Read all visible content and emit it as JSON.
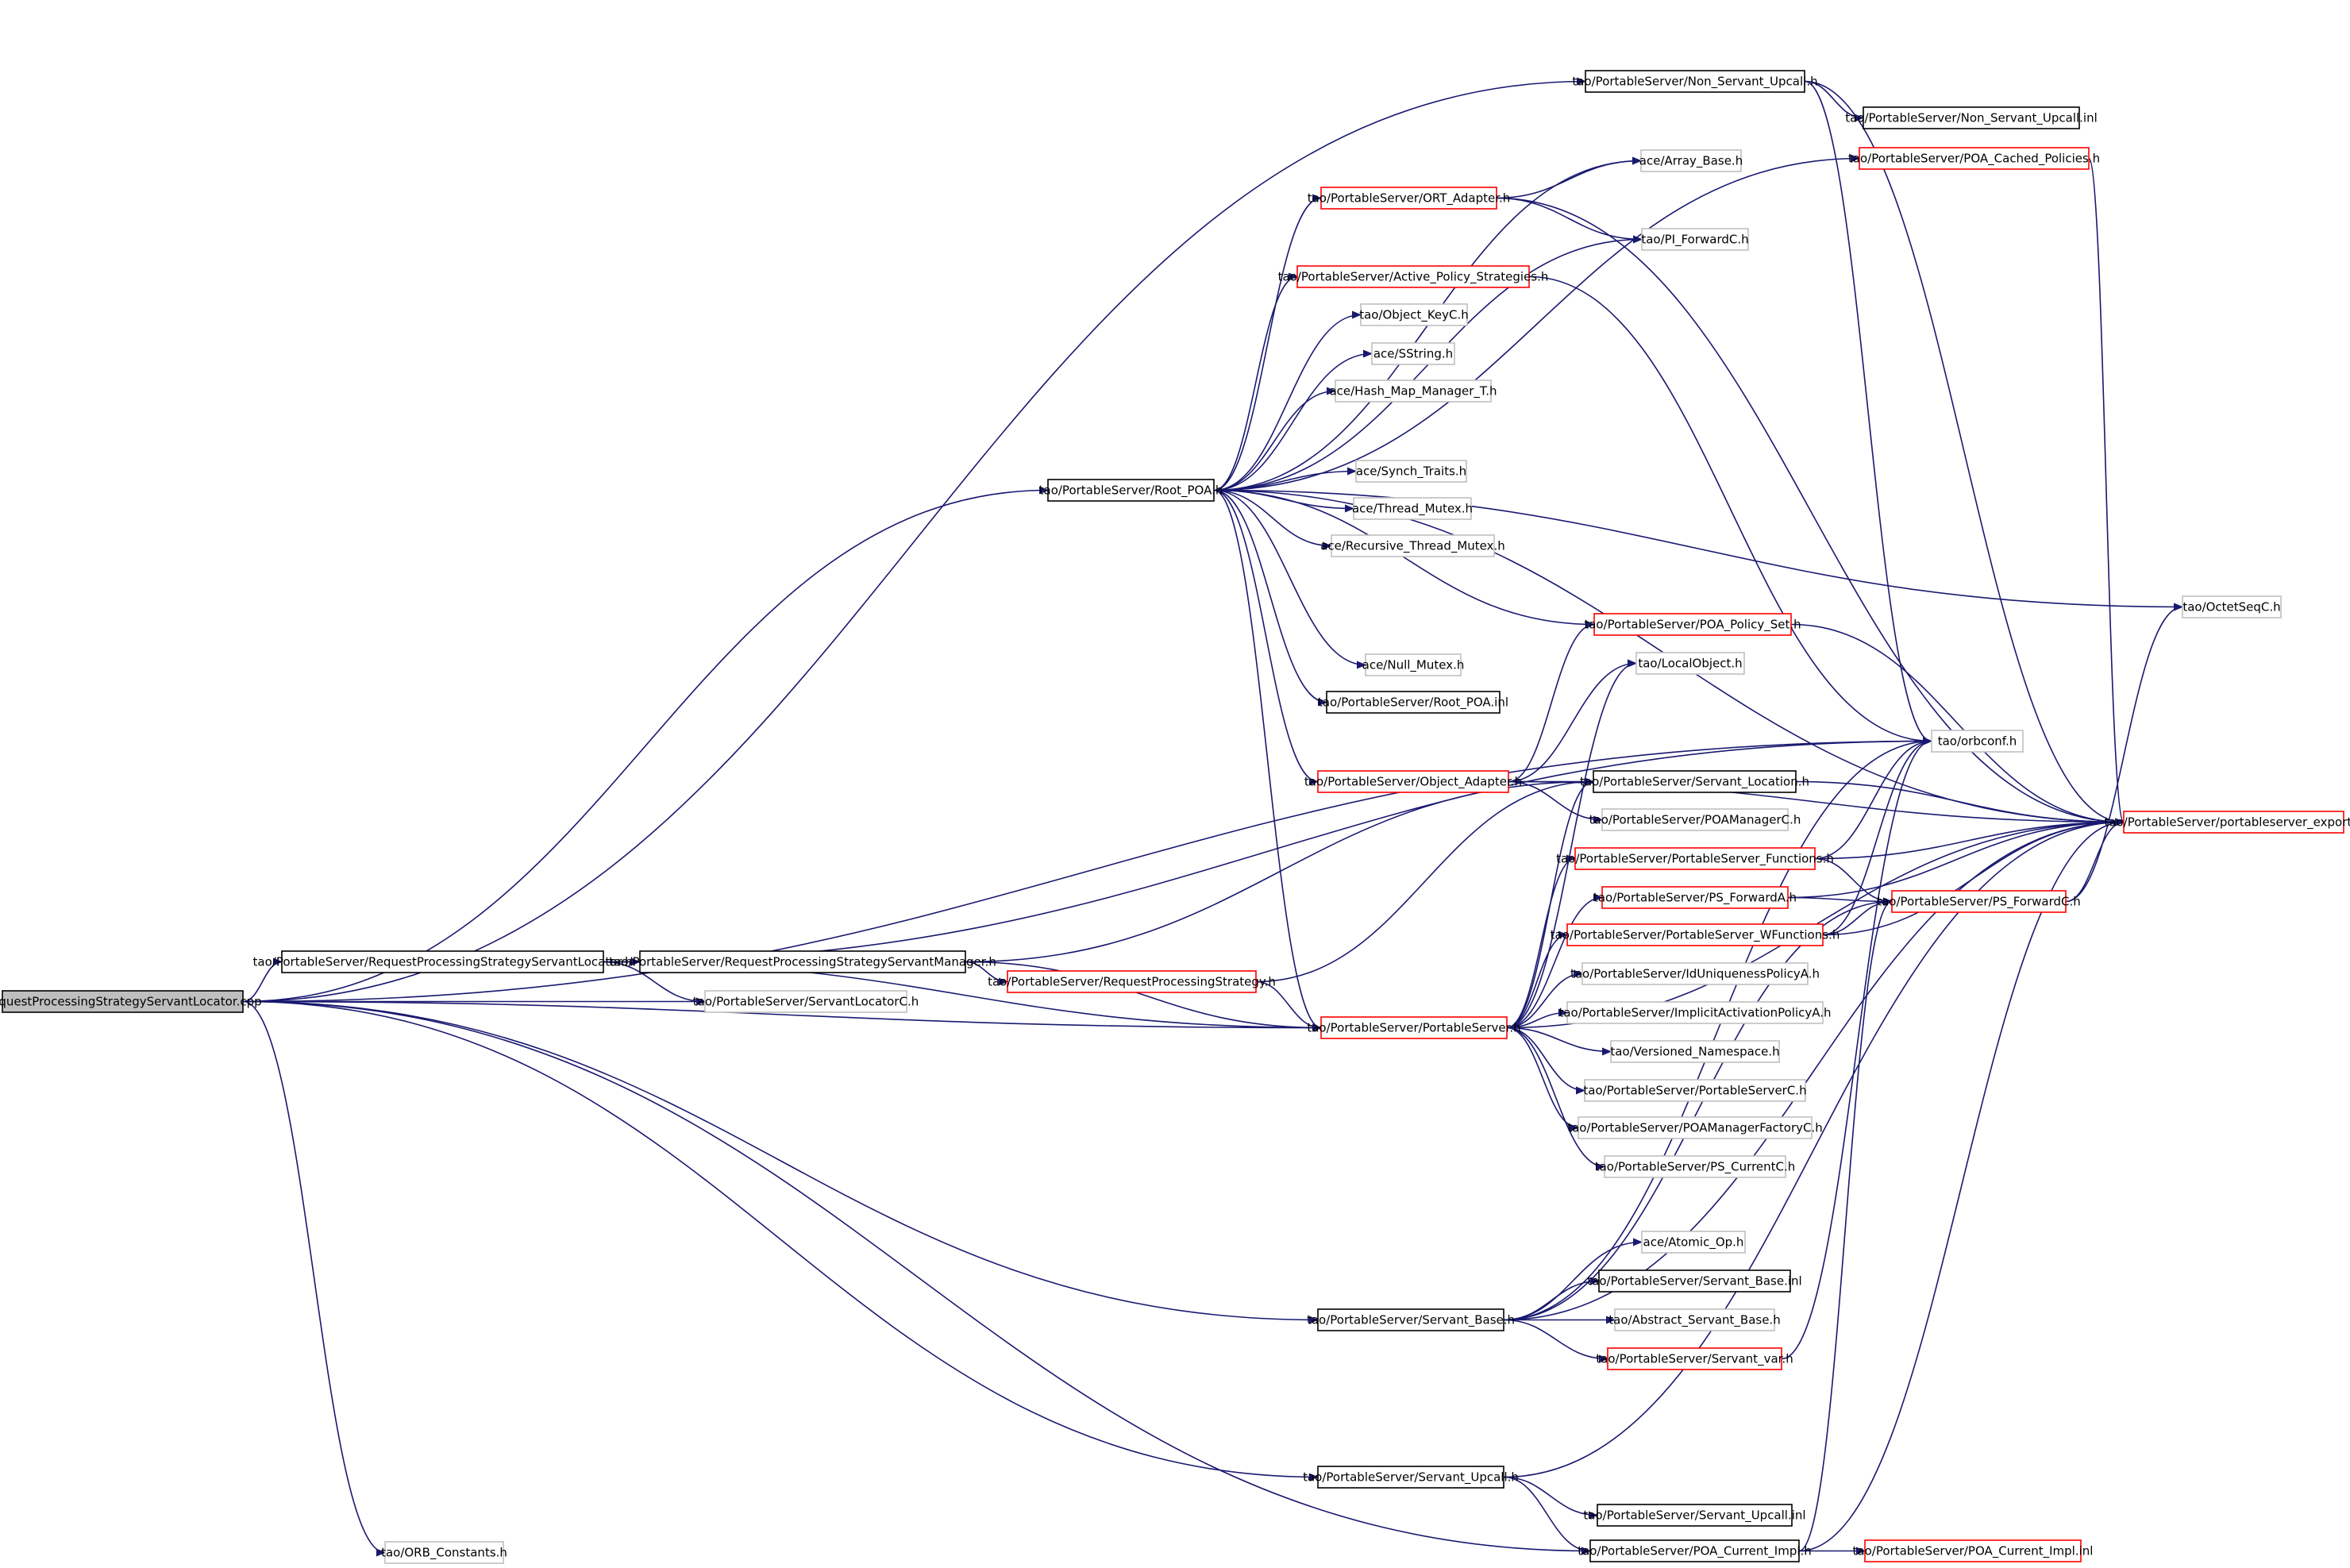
{
  "diagram": {
    "type": "include-dependency-graph",
    "colors": {
      "edge": "#191970",
      "root_fill": "#bfbfbf",
      "root_border": "#000000",
      "documented_border": "#000000",
      "truncated_border": "#ff0000",
      "undocumented_border": "#bfbfbf"
    },
    "nodes": [
      {
        "id": "n_root",
        "label": "RequestProcessingStrategyServantLocator.cpp",
        "kind": "root"
      },
      {
        "id": "n_nsu",
        "label": "tao/PortableServer/Non_Servant_Upcall.h",
        "kind": "documented"
      },
      {
        "id": "n_nsui",
        "label": "tao/PortableServer/Non_Servant_Upcall.inl",
        "kind": "documented"
      },
      {
        "id": "n_pcp",
        "label": "tao/PortableServer/POA_Cached_Policies.h",
        "kind": "truncated"
      },
      {
        "id": "n_arr",
        "label": "ace/Array_Base.h",
        "kind": "undocumented"
      },
      {
        "id": "n_ort",
        "label": "tao/PortableServer/ORT_Adapter.h",
        "kind": "truncated"
      },
      {
        "id": "n_pif",
        "label": "tao/PI_ForwardC.h",
        "kind": "undocumented"
      },
      {
        "id": "n_aps",
        "label": "tao/PortableServer/Active_Policy_Strategies.h",
        "kind": "truncated"
      },
      {
        "id": "n_okc",
        "label": "tao/Object_KeyC.h",
        "kind": "undocumented"
      },
      {
        "id": "n_sst",
        "label": "ace/SString.h",
        "kind": "undocumented"
      },
      {
        "id": "n_hmm",
        "label": "ace/Hash_Map_Manager_T.h",
        "kind": "undocumented"
      },
      {
        "id": "n_rpoa",
        "label": "tao/PortableServer/Root_POA.h",
        "kind": "documented"
      },
      {
        "id": "n_syn",
        "label": "ace/Synch_Traits.h",
        "kind": "undocumented"
      },
      {
        "id": "n_thm",
        "label": "ace/Thread_Mutex.h",
        "kind": "undocumented"
      },
      {
        "id": "n_rtm",
        "label": "ace/Recursive_Thread_Mutex.h",
        "kind": "undocumented"
      },
      {
        "id": "n_osq",
        "label": "tao/OctetSeqC.h",
        "kind": "undocumented"
      },
      {
        "id": "n_pps",
        "label": "tao/PortableServer/POA_Policy_Set.h",
        "kind": "truncated"
      },
      {
        "id": "n_nmx",
        "label": "ace/Null_Mutex.h",
        "kind": "undocumented"
      },
      {
        "id": "n_lob",
        "label": "tao/LocalObject.h",
        "kind": "undocumented"
      },
      {
        "id": "n_rpi",
        "label": "tao/PortableServer/Root_POA.inl",
        "kind": "documented"
      },
      {
        "id": "n_orb",
        "label": "tao/orbconf.h",
        "kind": "undocumented"
      },
      {
        "id": "n_oad",
        "label": "tao/PortableServer/Object_Adapter.h",
        "kind": "truncated"
      },
      {
        "id": "n_slo",
        "label": "tao/PortableServer/Servant_Location.h",
        "kind": "documented"
      },
      {
        "id": "n_pmc",
        "label": "tao/PortableServer/POAManagerC.h",
        "kind": "undocumented"
      },
      {
        "id": "n_pex",
        "label": "tao/PortableServer/portableserver_export.h",
        "kind": "truncated"
      },
      {
        "id": "n_psf",
        "label": "tao/PortableServer/PortableServer_Functions.h",
        "kind": "truncated"
      },
      {
        "id": "n_psa",
        "label": "tao/PortableServer/PS_ForwardA.h",
        "kind": "truncated"
      },
      {
        "id": "n_psc",
        "label": "tao/PortableServer/PS_ForwardC.h",
        "kind": "truncated"
      },
      {
        "id": "n_rsl",
        "label": "tao/PortableServer/RequestProcessingStrategyServantLocator.h",
        "kind": "documented"
      },
      {
        "id": "n_rsm",
        "label": "tao/PortableServer/RequestProcessingStrategyServantManager.h",
        "kind": "documented"
      },
      {
        "id": "n_psw",
        "label": "tao/PortableServer/PortableServer_WFunctions.h",
        "kind": "truncated"
      },
      {
        "id": "n_rps",
        "label": "tao/PortableServer/RequestProcessingStrategy.h",
        "kind": "truncated"
      },
      {
        "id": "n_idu",
        "label": "tao/PortableServer/IdUniquenessPolicyA.h",
        "kind": "undocumented"
      },
      {
        "id": "n_slc",
        "label": "tao/PortableServer/ServantLocatorC.h",
        "kind": "undocumented"
      },
      {
        "id": "n_psh",
        "label": "tao/PortableServer/PortableServer.h",
        "kind": "truncated"
      },
      {
        "id": "n_iap",
        "label": "tao/PortableServer/ImplicitActivationPolicyA.h",
        "kind": "undocumented"
      },
      {
        "id": "n_vns",
        "label": "tao/Versioned_Namespace.h",
        "kind": "undocumented"
      },
      {
        "id": "n_psv",
        "label": "tao/PortableServer/PortableServerC.h",
        "kind": "undocumented"
      },
      {
        "id": "n_pfc",
        "label": "tao/PortableServer/POAManagerFactoryC.h",
        "kind": "undocumented"
      },
      {
        "id": "n_pcu",
        "label": "tao/PortableServer/PS_CurrentC.h",
        "kind": "undocumented"
      },
      {
        "id": "n_aop",
        "label": "ace/Atomic_Op.h",
        "kind": "undocumented"
      },
      {
        "id": "n_sbi",
        "label": "tao/PortableServer/Servant_Base.inl",
        "kind": "documented"
      },
      {
        "id": "n_sbh",
        "label": "tao/PortableServer/Servant_Base.h",
        "kind": "documented"
      },
      {
        "id": "n_asb",
        "label": "tao/Abstract_Servant_Base.h",
        "kind": "undocumented"
      },
      {
        "id": "n_svr",
        "label": "tao/PortableServer/Servant_var.h",
        "kind": "truncated"
      },
      {
        "id": "n_suh",
        "label": "tao/PortableServer/Servant_Upcall.h",
        "kind": "documented"
      },
      {
        "id": "n_sui",
        "label": "tao/PortableServer/Servant_Upcall.inl",
        "kind": "documented"
      },
      {
        "id": "n_oco",
        "label": "tao/ORB_Constants.h",
        "kind": "undocumented"
      },
      {
        "id": "n_pci",
        "label": "tao/PortableServer/POA_Current_Impl.h",
        "kind": "documented"
      },
      {
        "id": "n_pcl",
        "label": "tao/PortableServer/POA_Current_Impl.inl",
        "kind": "truncated"
      }
    ],
    "edges": [
      [
        "n_root",
        "n_nsu"
      ],
      [
        "n_root",
        "n_rpoa"
      ],
      [
        "n_root",
        "n_orb"
      ],
      [
        "n_root",
        "n_rsl"
      ],
      [
        "n_root",
        "n_slc"
      ],
      [
        "n_root",
        "n_psh"
      ],
      [
        "n_root",
        "n_sbh"
      ],
      [
        "n_root",
        "n_suh"
      ],
      [
        "n_root",
        "n_pci"
      ],
      [
        "n_root",
        "n_oco"
      ],
      [
        "n_nsu",
        "n_nsui"
      ],
      [
        "n_nsu",
        "n_orb"
      ],
      [
        "n_nsu",
        "n_pex"
      ],
      [
        "n_pcp",
        "n_pex"
      ],
      [
        "n_ort",
        "n_arr"
      ],
      [
        "n_ort",
        "n_pif"
      ],
      [
        "n_ort",
        "n_pex"
      ],
      [
        "n_aps",
        "n_orb"
      ],
      [
        "n_rpoa",
        "n_pcp"
      ],
      [
        "n_rpoa",
        "n_arr"
      ],
      [
        "n_rpoa",
        "n_ort"
      ],
      [
        "n_rpoa",
        "n_pif"
      ],
      [
        "n_rpoa",
        "n_aps"
      ],
      [
        "n_rpoa",
        "n_okc"
      ],
      [
        "n_rpoa",
        "n_sst"
      ],
      [
        "n_rpoa",
        "n_hmm"
      ],
      [
        "n_rpoa",
        "n_syn"
      ],
      [
        "n_rpoa",
        "n_thm"
      ],
      [
        "n_rpoa",
        "n_rtm"
      ],
      [
        "n_rpoa",
        "n_osq"
      ],
      [
        "n_rpoa",
        "n_pex"
      ],
      [
        "n_rpoa",
        "n_pps"
      ],
      [
        "n_rpoa",
        "n_nmx"
      ],
      [
        "n_rpoa",
        "n_rpi"
      ],
      [
        "n_rpoa",
        "n_oad"
      ],
      [
        "n_rpoa",
        "n_psh"
      ],
      [
        "n_pps",
        "n_pex"
      ],
      [
        "n_oad",
        "n_lob"
      ],
      [
        "n_oad",
        "n_pps"
      ],
      [
        "n_oad",
        "n_pex"
      ],
      [
        "n_oad",
        "n_slo"
      ],
      [
        "n_oad",
        "n_pmc"
      ],
      [
        "n_slo",
        "n_pex"
      ],
      [
        "n_psf",
        "n_orb"
      ],
      [
        "n_psf",
        "n_pex"
      ],
      [
        "n_psf",
        "n_psc"
      ],
      [
        "n_psa",
        "n_psc"
      ],
      [
        "n_psa",
        "n_pex"
      ],
      [
        "n_psc",
        "n_osq"
      ],
      [
        "n_psc",
        "n_pex"
      ],
      [
        "n_rsl",
        "n_rsm"
      ],
      [
        "n_rsl",
        "n_slc"
      ],
      [
        "n_rsl",
        "n_orb"
      ],
      [
        "n_rsl",
        "n_psh"
      ],
      [
        "n_rsm",
        "n_rps"
      ],
      [
        "n_rsm",
        "n_psh"
      ],
      [
        "n_rsm",
        "n_slo"
      ],
      [
        "n_psw",
        "n_orb"
      ],
      [
        "n_psw",
        "n_psc"
      ],
      [
        "n_psw",
        "n_pex"
      ],
      [
        "n_rps",
        "n_psh"
      ],
      [
        "n_rps",
        "n_slo"
      ],
      [
        "n_psh",
        "n_lob"
      ],
      [
        "n_psh",
        "n_slo"
      ],
      [
        "n_psh",
        "n_psf"
      ],
      [
        "n_psh",
        "n_psa"
      ],
      [
        "n_psh",
        "n_psw"
      ],
      [
        "n_psh",
        "n_idu"
      ],
      [
        "n_psh",
        "n_iap"
      ],
      [
        "n_psh",
        "n_vns"
      ],
      [
        "n_psh",
        "n_psv"
      ],
      [
        "n_psh",
        "n_pfc"
      ],
      [
        "n_psh",
        "n_pcu"
      ],
      [
        "n_psh",
        "n_pex"
      ],
      [
        "n_sbh",
        "n_aop"
      ],
      [
        "n_sbh",
        "n_sbi"
      ],
      [
        "n_sbh",
        "n_asb"
      ],
      [
        "n_sbh",
        "n_svr"
      ],
      [
        "n_sbh",
        "n_psc"
      ],
      [
        "n_sbh",
        "n_pex"
      ],
      [
        "n_sbh",
        "n_orb"
      ],
      [
        "n_svr",
        "n_orb"
      ],
      [
        "n_suh",
        "n_sui"
      ],
      [
        "n_suh",
        "n_pci"
      ],
      [
        "n_suh",
        "n_pex"
      ],
      [
        "n_pci",
        "n_pcl"
      ],
      [
        "n_pci",
        "n_psc"
      ],
      [
        "n_pci",
        "n_pex"
      ]
    ]
  }
}
